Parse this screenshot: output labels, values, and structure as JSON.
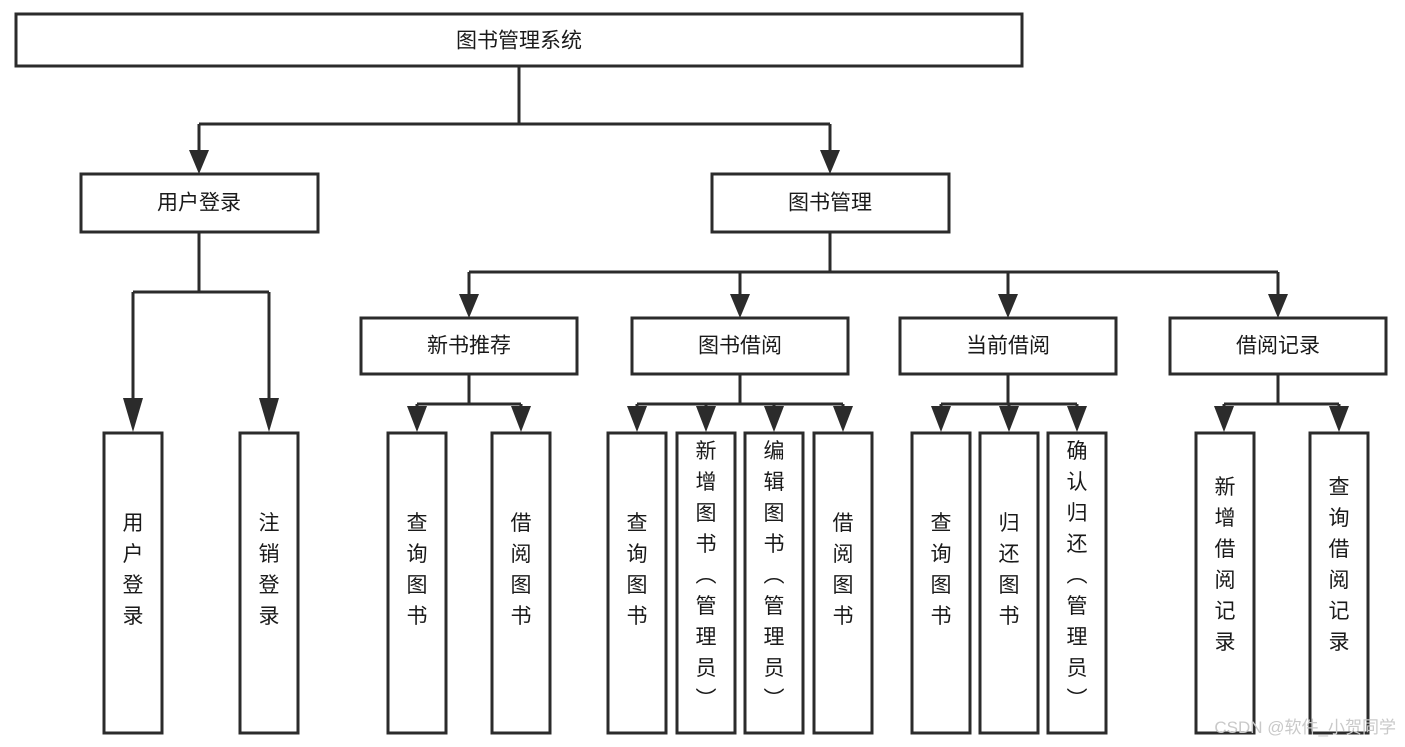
{
  "diagram": {
    "title": "图书管理系统",
    "type": "tree-hierarchy",
    "orientation": "top-down",
    "nodes": {
      "root": {
        "label": "图书管理系统",
        "level": 0
      },
      "l1_user_login": {
        "label": "用户登录",
        "level": 1
      },
      "l1_book_mgmt": {
        "label": "图书管理",
        "level": 1
      },
      "l2_new_book_rec": {
        "label": "新书推荐",
        "level": 2
      },
      "l2_book_borrow": {
        "label": "图书借阅",
        "level": 2
      },
      "l2_current_borrow": {
        "label": "当前借阅",
        "level": 2
      },
      "l2_borrow_record": {
        "label": "借阅记录",
        "level": 2
      },
      "l3_user_login": {
        "label": "用户登录",
        "level": 3,
        "vertical": true
      },
      "l3_logout": {
        "label": "注销登录",
        "level": 3,
        "vertical": true
      },
      "l3_query_book_a": {
        "label": "查询图书",
        "level": 3,
        "vertical": true
      },
      "l3_borrow_book_a": {
        "label": "借阅图书",
        "level": 3,
        "vertical": true
      },
      "l3_query_book_b": {
        "label": "查询图书",
        "level": 3,
        "vertical": true
      },
      "l3_add_book": {
        "label": "新增图书（管理员）",
        "level": 3,
        "vertical": true
      },
      "l3_edit_book": {
        "label": "编辑图书（管理员）",
        "level": 3,
        "vertical": true
      },
      "l3_borrow_book_b": {
        "label": "借阅图书",
        "level": 3,
        "vertical": true
      },
      "l3_query_book_c": {
        "label": "查询图书",
        "level": 3,
        "vertical": true
      },
      "l3_return_book": {
        "label": "归还图书",
        "level": 3,
        "vertical": true
      },
      "l3_confirm_return": {
        "label": "确认归还（管理员）",
        "level": 3,
        "vertical": true
      },
      "l3_add_record": {
        "label": "新增借阅记录",
        "level": 3,
        "vertical": true
      },
      "l3_query_record": {
        "label": "查询借阅记录",
        "level": 3,
        "vertical": true
      }
    },
    "colors": {
      "box_fill": "#ffffff",
      "box_stroke": "#2b2b2b",
      "text": "#1a1a1a",
      "background": "#ffffff",
      "watermark": "#c9c9c9"
    }
  },
  "watermark": {
    "text": "CSDN @软件_小贺同学"
  }
}
